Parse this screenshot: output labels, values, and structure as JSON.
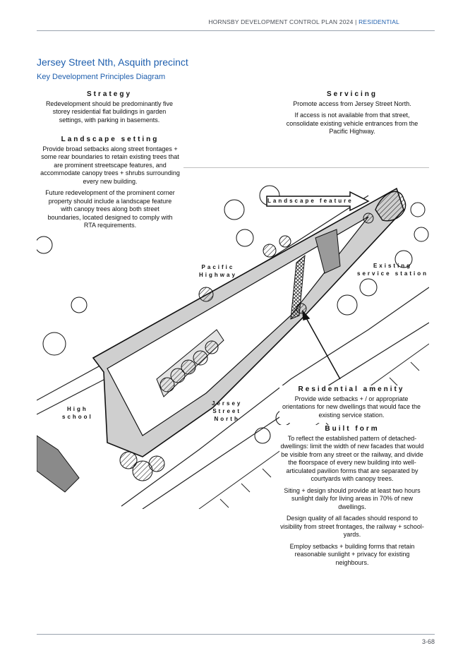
{
  "header": {
    "doc_title": "HORNSBY DEVELOPMENT CONTROL PLAN 2024",
    "separator": "|",
    "section": "RESIDENTIAL"
  },
  "title": "Jersey Street Nth, Asquith precinct",
  "subtitle": "Key Development Principles Diagram",
  "strategy": {
    "heading": "Strategy",
    "text": "Redevelopment should be predominantly five storey residential flat buildings in garden settings, with parking in basements."
  },
  "landscape_setting": {
    "heading": "Landscape setting",
    "p1": "Provide broad setbacks along street frontages + some rear boundaries to retain existing trees that are prominent streetscape features, and accommodate canopy trees + shrubs surrounding every new building.",
    "p2": "Future redevelopment of the prominent corner property should include a landscape feature with canopy trees along both street boundaries, located designed to comply with RTA requirements."
  },
  "servicing": {
    "heading": "Servicing",
    "p1": "Promote access from Jersey Street North.",
    "p2": "If access is not available from that street, consolidate existing vehicle entrances from the Pacific Highway."
  },
  "residential_amenity": {
    "heading": "Residential amenity",
    "text": "Provide wide setbacks + / or appropriate orientations for new dwellings that would face the existing service station."
  },
  "built_form": {
    "heading": "Built form",
    "p1": "To reflect the established pattern of detached-dwellings: limit the width of new facades that would be visible from any street or the railway, and divide the floorspace of every new building into well-articulated pavilion forms that are separated by courtyards with canopy trees.",
    "p2": "Siting + design should provide at least two hours sunlight daily for living areas in 70% of new dwellings.",
    "p3": "Design quality of all facades should respond to visibility from street frontages, the railway + school-yards.",
    "p4": "Employ setbacks + building forms that retain reasonable sunlight + privacy for existing neighbours."
  },
  "map_labels": {
    "landscape_feature": "Landscape feature",
    "pacific_highway": "Pacific\nHighway",
    "existing_service_station": "Existing\nservice station",
    "high_school": "High\nschool",
    "jersey_street_north": "Jersey\nStreet\nNorth"
  },
  "page_number": "3-68"
}
